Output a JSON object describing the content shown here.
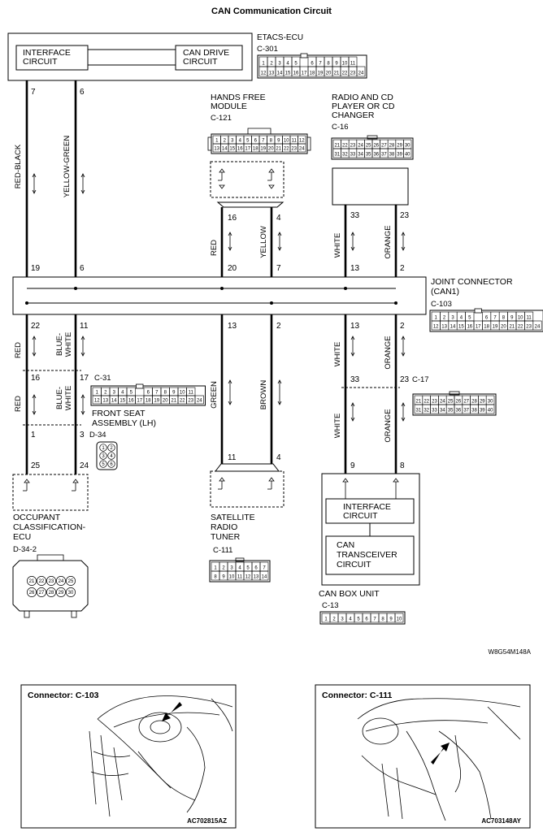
{
  "title": "CAN Communication Circuit",
  "figure_code": "W8G54M148A",
  "etacs": {
    "name": "ETACS-ECU",
    "connector": "C-301",
    "block_left": "INTERFACE\nCIRCUIT",
    "block_right": "CAN DRIVE\nCIRCUIT",
    "pins_top": [
      "1",
      "2",
      "3",
      "4",
      "5",
      "",
      "6",
      "7",
      "8",
      "9",
      "10",
      "11"
    ],
    "pins_bottom": [
      "12",
      "13",
      "14",
      "15",
      "16",
      "17",
      "18",
      "19",
      "20",
      "21",
      "22",
      "23",
      "24"
    ]
  },
  "hands_free": {
    "name": "HANDS FREE\nMODULE",
    "connector": "C-121",
    "pins_top": [
      "1",
      "2",
      "3",
      "4",
      "5",
      "6",
      "7",
      "8",
      "9",
      "10",
      "11",
      "12"
    ],
    "pins_bottom": [
      "13",
      "14",
      "15",
      "16",
      "17",
      "18",
      "19",
      "20",
      "21",
      "22",
      "23",
      "24"
    ]
  },
  "radio": {
    "name": "RADIO AND CD\nPLAYER OR CD\nCHANGER",
    "connector": "C-16",
    "pins_top": [
      "21",
      "22",
      "23",
      "24",
      "25",
      "26",
      "27",
      "28",
      "29",
      "30"
    ],
    "pins_bottom": [
      "31",
      "32",
      "33",
      "34",
      "35",
      "36",
      "37",
      "38",
      "39",
      "40"
    ]
  },
  "joint": {
    "name": "JOINT CONNECTOR\n(CAN1)",
    "connector": "C-103",
    "pins_top": [
      "1",
      "2",
      "3",
      "4",
      "5",
      "",
      "6",
      "7",
      "8",
      "9",
      "10",
      "11"
    ],
    "pins_bottom": [
      "12",
      "13",
      "14",
      "15",
      "16",
      "17",
      "18",
      "19",
      "20",
      "21",
      "22",
      "23",
      "24"
    ]
  },
  "front_seat": {
    "name": "FRONT SEAT\nASSEMBLY (LH)",
    "connector": "C-31",
    "connector2": "D-34",
    "pins_top": [
      "1",
      "2",
      "3",
      "4",
      "5",
      "",
      "6",
      "7",
      "8",
      "9",
      "10",
      "11"
    ],
    "pins_bottom": [
      "12",
      "13",
      "14",
      "15",
      "16",
      "17",
      "18",
      "19",
      "20",
      "21",
      "22",
      "23",
      "24"
    ],
    "d34_pins": [
      "1",
      "2",
      "3",
      "4",
      "5",
      "6"
    ]
  },
  "c17": {
    "connector": "C-17",
    "pins_top": [
      "21",
      "22",
      "23",
      "24",
      "25",
      "26",
      "27",
      "28",
      "29",
      "30"
    ],
    "pins_bottom": [
      "31",
      "32",
      "33",
      "34",
      "35",
      "36",
      "37",
      "38",
      "39",
      "40"
    ]
  },
  "occupant": {
    "name": "OCCUPANT\nCLASSIFICATION-\nECU",
    "connector": "D-34-2",
    "pins_top": [
      "21",
      "22",
      "23",
      "24",
      "25"
    ],
    "pins_bottom": [
      "26",
      "27",
      "28",
      "29",
      "30"
    ]
  },
  "satellite": {
    "name": "SATELLITE\nRADIO\nTUNER",
    "connector": "C-111",
    "pins_top": [
      "1",
      "2",
      "3",
      "4",
      "5",
      "6",
      "7"
    ],
    "pins_bottom": [
      "8",
      "9",
      "10",
      "11",
      "12",
      "13",
      "14"
    ]
  },
  "can_box": {
    "name": "CAN BOX UNIT",
    "connector": "C-13",
    "block_top": "INTERFACE\nCIRCUIT",
    "block_bottom": "CAN\nTRANSCEIVER\nCIRCUIT",
    "pins": [
      "1",
      "2",
      "3",
      "4",
      "5",
      "6",
      "7",
      "8",
      "9",
      "10"
    ]
  },
  "wires": {
    "w1": {
      "color": "RED-BLACK",
      "pin_top": "7",
      "pin_joint": "19"
    },
    "w2": {
      "color": "YELLOW-GREEN",
      "pin_top": "6",
      "pin_joint": "6"
    },
    "w3": {
      "color": "RED",
      "pin_top": "16",
      "pin_joint": "20"
    },
    "w4": {
      "color": "YELLOW",
      "pin_top": "4",
      "pin_joint": "7"
    },
    "w5": {
      "color": "WHITE",
      "pin_top": "33",
      "pin_joint": "13"
    },
    "w6": {
      "color": "ORANGE",
      "pin_top": "23",
      "pin_joint": "2"
    },
    "l1": {
      "color": "RED",
      "color2": "RED",
      "pin_joint": "22",
      "pin_c31": "16",
      "pin_d34": "1",
      "pin_ecu": "25"
    },
    "l2": {
      "color": "BLUE-\nWHITE",
      "color2": "BLUE-\nWHITE",
      "pin_joint": "11",
      "pin_c31": "17",
      "pin_d34": "3",
      "pin_ecu": "24"
    },
    "l3": {
      "color": "GREEN",
      "pin_joint": "13",
      "pin_end": "11"
    },
    "l4": {
      "color": "BROWN",
      "pin_joint": "2",
      "pin_end": "4"
    },
    "l5": {
      "color": "WHITE",
      "color2": "WHITE",
      "pin_joint": "13",
      "pin_c17": "33",
      "pin_end": "9"
    },
    "l6": {
      "color": "ORANGE",
      "color2": "ORANGE",
      "pin_joint": "2",
      "pin_c17": "23",
      "pin_end": "8"
    }
  },
  "photos": {
    "left": {
      "label": "Connector: C-103",
      "code": "AC702815AZ"
    },
    "right": {
      "label": "Connector: C-111",
      "code": "AC703148AY"
    }
  }
}
